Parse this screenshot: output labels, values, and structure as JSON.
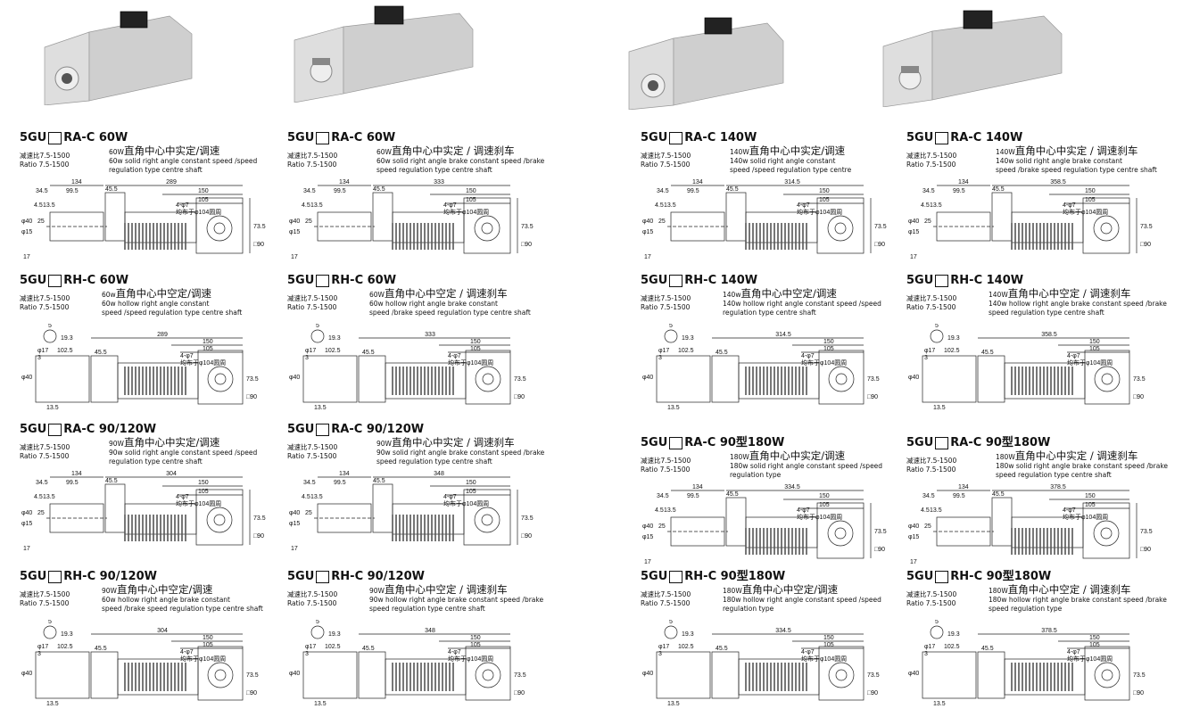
{
  "entries": [
    {
      "model": "5GU",
      "code": "RA-C 60W",
      "spec_cn": "减速比7.5-1500",
      "spec_en": "Ratio 7.5-1500",
      "power": "60W",
      "cn": "直角中心中实定/调速",
      "en1": "60w  solid right angle constant speed /speed",
      "en2": "regulation type centre shaft",
      "dims": {
        "top": "134",
        "a": "34.5",
        "b": "99.5",
        "c": "45.5",
        "len": "289",
        "d150": "150",
        "d105": "105",
        "bolt": "4-φ7",
        "pcd": "均布于φ104圆周",
        "h": "73.5",
        "sq": "□90",
        "r1": "4.5",
        "r2": "13.5",
        "dia": "φ40",
        "d25": "25",
        "d15": "φ15",
        "k17": "17"
      }
    },
    {
      "model": "5GU",
      "code": "RA-C 60W",
      "spec_cn": "减速比7.5-1500",
      "spec_en": "Ratio 7.5-1500",
      "power": "60W",
      "cn": "直角中心中实定 / 调速刹车",
      "en1": "60w  solid right angle brake constant speed /brake",
      "en2": "speed regulation type centre shaft",
      "dims": {
        "top": "134",
        "a": "34.5",
        "b": "99.5",
        "c": "45.5",
        "len": "333",
        "d150": "150",
        "d105": "105",
        "bolt": "4-φ7",
        "pcd": "均布于φ104圆周",
        "h": "73.5",
        "sq": "□90",
        "r1": "4.5",
        "r2": "13.5",
        "dia": "φ40",
        "d25": "25",
        "d15": "φ15",
        "k17": "17"
      }
    },
    {
      "model": "5GU",
      "code": "RH-C 60W",
      "spec_cn": "减速比7.5-1500",
      "spec_en": "Ratio 7.5-1500",
      "power": "60w",
      "cn": "直角中心中空定/调速",
      "en1": "60w  hollow right angle constant",
      "en2": "speed /speed regulation type centre shaft",
      "dims": {
        "k5": "5",
        "k193": "19.3",
        "k17": "φ17",
        "k1025": "102.5",
        "c": "45.5",
        "len": "289",
        "d150": "150",
        "d105": "105",
        "bolt": "4-φ7",
        "pcd": "均布于φ104圆周",
        "h": "73.5",
        "sq": "□90",
        "dia": "φ40",
        "k3": "3",
        "k135": "13.5"
      }
    },
    {
      "model": "5GU",
      "code": "RH-C 60W",
      "spec_cn": "减速比7.5-1500",
      "spec_en": "Ratio 7.5-1500",
      "power": "60W",
      "cn": "直角中心中空定 / 调速刹车",
      "en1": "60w  hollow right angle brake constant",
      "en2": "speed /brake speed regulation type centre shaft",
      "dims": {
        "k5": "5",
        "k193": "19.3",
        "k17": "φ17",
        "k1025": "102.5",
        "c": "45.5",
        "len": "333",
        "d150": "150",
        "d105": "105",
        "bolt": "4-φ7",
        "pcd": "均布于φ104圆周",
        "h": "73.5",
        "sq": "□90",
        "dia": "φ40",
        "k3": "3",
        "k135": "13.5"
      }
    },
    {
      "model": "5GU",
      "code": "RA-C 90/120W",
      "spec_cn": "减速比7.5-1500",
      "spec_en": "Ratio 7.5-1500",
      "power": "90W",
      "cn": "直角中心中实定/调速",
      "en1": "90w  solid right angle constant speed /speed",
      "en2": "regulation type centre shaft",
      "dims": {
        "top": "134",
        "a": "34.5",
        "b": "99.5",
        "c": "45.5",
        "len": "304",
        "d150": "150",
        "d105": "105",
        "bolt": "4-φ7",
        "pcd": "均布于φ104圆周",
        "h": "73.5",
        "sq": "□90",
        "r1": "4.5",
        "r2": "13.5",
        "dia": "φ40",
        "d25": "25",
        "d15": "φ15",
        "k17": "17"
      }
    },
    {
      "model": "5GU",
      "code": "RA-C 90/120W",
      "spec_cn": "减速比7.5-1500",
      "spec_en": "Ratio 7.5-1500",
      "power": "90W",
      "cn": "直角中心中实定 / 调速刹车",
      "en1": "90w  solid right angle brake constant speed /brake",
      "en2": "speed regulation type centre shaft",
      "dims": {
        "top": "134",
        "a": "34.5",
        "b": "99.5",
        "c": "45.5",
        "len": "348",
        "d150": "150",
        "d105": "105",
        "bolt": "4-φ7",
        "pcd": "均布于φ104圆周",
        "h": "73.5",
        "sq": "□90",
        "r1": "4.5",
        "r2": "13.5",
        "dia": "φ40",
        "d25": "25",
        "d15": "φ15",
        "k17": "17"
      }
    },
    {
      "model": "5GU",
      "code": "RH-C 90/120W",
      "spec_cn": "减速比7.5-1500",
      "spec_en": "Ratio 7.5-1500",
      "power": "90W",
      "cn": "直角中心中空定/调速",
      "en1": "60w  hollow right angle brake constant",
      "en2": "speed /brake speed regulation type centre shaft",
      "dims": {
        "k5": "5",
        "k193": "19.3",
        "k17": "φ17",
        "k1025": "102.5",
        "c": "45.5",
        "len": "304",
        "d150": "150",
        "d105": "105",
        "bolt": "4-φ7",
        "pcd": "均布于φ104圆周",
        "h": "73.5",
        "sq": "□90",
        "dia": "φ40",
        "k3": "3",
        "k135": "13.5"
      }
    },
    {
      "model": "5GU",
      "code": "RH-C 90/120W",
      "spec_cn": "减速比7.5-1500",
      "spec_en": "Ratio 7.5-1500",
      "power": "90W",
      "cn": "直角中心中空定 / 调速刹车",
      "en1": "90w  hollow right angle brake constant speed /brake",
      "en2": "speed regulation type centre shaft",
      "dims": {
        "k5": "5",
        "k193": "19.3",
        "k17": "φ17",
        "k1025": "102.5",
        "c": "45.5",
        "len": "348",
        "d150": "150",
        "d105": "105",
        "bolt": "4-φ7",
        "pcd": "均布于φ104圆周",
        "h": "73.5",
        "sq": "□90",
        "dia": "φ40",
        "k3": "3",
        "k135": "13.5"
      }
    },
    {
      "model": "5GU",
      "code": "RA-C 140W",
      "spec_cn": "减速比7.5-1500",
      "spec_en": "Ratio 7.5-1500",
      "power": "140W",
      "cn": "直角中心中实定/调速",
      "en1": "140w  solid right angle constant",
      "en2": "speed /speed regulation type centre",
      "dims": {
        "top": "134",
        "a": "34.5",
        "b": "99.5",
        "c": "45.5",
        "len": "314.5",
        "d150": "150",
        "d105": "105",
        "bolt": "4-φ7",
        "pcd": "均布于φ104圆周",
        "h": "73.5",
        "sq": "□90",
        "r1": "4.5",
        "r2": "13.5",
        "dia": "φ40",
        "d25": "25",
        "d15": "φ15",
        "k17": "17"
      }
    },
    {
      "model": "5GU",
      "code": "RA-C 140W",
      "spec_cn": "减速比7.5-1500",
      "spec_en": "Ratio 7.5-1500",
      "power": "140W",
      "cn": "直角中心中实定 / 调速刹车",
      "en1": "140w  solid right angle brake constant",
      "en2": "speed /brake speed regulation type centre shaft",
      "dims": {
        "top": "134",
        "a": "34.5",
        "b": "99.5",
        "c": "45.5",
        "len": "358.5",
        "d150": "150",
        "d105": "105",
        "bolt": "4-φ7",
        "pcd": "均布于φ104圆周",
        "h": "73.5",
        "sq": "□90",
        "r1": "4.5",
        "r2": "13.5",
        "dia": "φ40",
        "d25": "25",
        "d15": "φ15",
        "k17": "17"
      }
    },
    {
      "model": "5GU",
      "code": "RH-C 140W",
      "spec_cn": "减速比7.5-1500",
      "spec_en": "Ratio 7.5-1500",
      "power": "140w",
      "cn": "直角中心中空定/调速",
      "en1": "140w  hollow right angle constant speed /speed",
      "en2": "regulation type centre shaft",
      "dims": {
        "k5": "5",
        "k193": "19.3",
        "k17": "φ17",
        "k1025": "102.5",
        "c": "45.5",
        "len": "314.5",
        "d150": "150",
        "d105": "105",
        "bolt": "4-φ7",
        "pcd": "均布于φ104圆周",
        "h": "73.5",
        "sq": "□90",
        "dia": "φ40",
        "k3": "3",
        "k135": "13.5"
      }
    },
    {
      "model": "5GU",
      "code": "RH-C 140W",
      "spec_cn": "减速比7.5-1500",
      "spec_en": "Ratio 7.5-1500",
      "power": "140W",
      "cn": "直角中心中空定 / 调速刹车",
      "en1": "140w  hollow right angle brake constant speed /brake",
      "en2": "speed regulation type centre shaft",
      "dims": {
        "k5": "5",
        "k193": "19.3",
        "k17": "φ17",
        "k1025": "102.5",
        "c": "45.5",
        "len": "358.5",
        "d150": "150",
        "d105": "105",
        "bolt": "4-φ7",
        "pcd": "均布于φ104圆周",
        "h": "73.5",
        "sq": "□90",
        "dia": "φ40",
        "k3": "3",
        "k135": "13.5"
      }
    },
    {
      "model": "5GU",
      "code": "RA-C 90型180W",
      "spec_cn": "减速比7.5-1500",
      "spec_en": "Ratio 7.5-1500",
      "power": "180W",
      "cn": "直角中心中实定/调速",
      "en1": "180w  solid right angle constant speed /speed",
      "en2": "regulation type",
      "dims": {
        "top": "134",
        "a": "34.5",
        "b": "99.5",
        "c": "45.5",
        "len": "334.5",
        "d150": "150",
        "d105": "105",
        "bolt": "4-φ7",
        "pcd": "均布于φ104圆周",
        "h": "73.5",
        "sq": "□90",
        "r1": "4.5",
        "r2": "13.5",
        "dia": "φ40",
        "d25": "25",
        "d15": "φ15",
        "k17": "17"
      }
    },
    {
      "model": "5GU",
      "code": "RA-C 90型180W",
      "spec_cn": "减速比7.5-1500",
      "spec_en": "Ratio 7.5-1500",
      "power": "180W",
      "cn": "直角中心中实定 / 调速刹车",
      "en1": "180w  solid right angle brake constant speed /brake",
      "en2": "speed regulation type centre shaft",
      "dims": {
        "top": "134",
        "a": "34.5",
        "b": "99.5",
        "c": "45.5",
        "len": "378.5",
        "d150": "150",
        "d105": "105",
        "bolt": "4-φ7",
        "pcd": "均布于φ104圆周",
        "h": "73.5",
        "sq": "□90",
        "r1": "4.5",
        "r2": "13.5",
        "dia": "φ40",
        "d25": "25",
        "d15": "φ15",
        "k17": "17"
      }
    },
    {
      "model": "5GU",
      "code": "RH-C 90型180W",
      "spec_cn": "减速比7.5-1500",
      "spec_en": "Ratio 7.5-1500",
      "power": "180W",
      "cn": "直角中心中空定/调速",
      "en1": "180w  hollow right angle constant speed /speed",
      "en2": "regulation type",
      "dims": {
        "k5": "5",
        "k193": "19.3",
        "k17": "φ17",
        "k1025": "102.5",
        "c": "45.5",
        "len": "334.5",
        "d150": "150",
        "d105": "105",
        "bolt": "4-φ7",
        "pcd": "均布于φ104圆周",
        "h": "73.5",
        "sq": "□90",
        "dia": "φ40",
        "k3": "3",
        "k135": "13.5"
      }
    },
    {
      "model": "5GU",
      "code": "RH-C 90型180W",
      "spec_cn": "减速比7.5-1500",
      "spec_en": "Ratio 7.5-1500",
      "power": "180W",
      "cn": "直角中心中空定 / 调速刹车",
      "en1": "180w  hollow right angle brake constant speed /brake",
      "en2": "speed regulation type",
      "dims": {
        "k5": "5",
        "k193": "19.3",
        "k17": "φ17",
        "k1025": "102.5",
        "c": "45.5",
        "len": "378.5",
        "d150": "150",
        "d105": "105",
        "bolt": "4-φ7",
        "pcd": "均布于φ104圆周",
        "h": "73.5",
        "sq": "□90",
        "dia": "φ40",
        "k3": "3",
        "k135": "13.5"
      }
    }
  ]
}
